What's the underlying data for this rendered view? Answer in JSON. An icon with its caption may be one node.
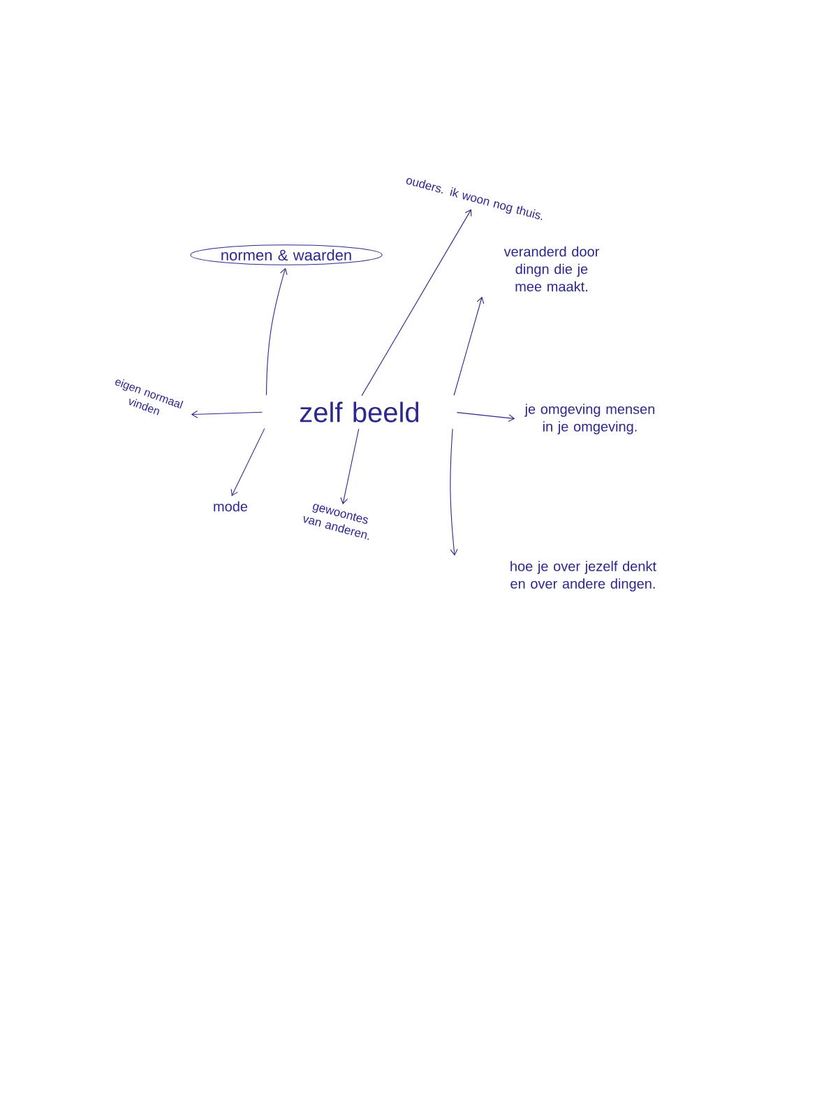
{
  "diagram": {
    "nodes": [
      {
        "text": [
          "zelf beeld"
        ]
      },
      {
        "text": [
          "normen & waarden"
        ]
      },
      {
        "text": [
          "ouders. ik woon nog thuis."
        ]
      },
      {
        "text": [
          "veranderd door dingn die je mee maakt."
        ]
      },
      {
        "text": [
          "je omgeving mensen in je omgeving."
        ]
      },
      {
        "text": [
          "hoe je over jezelf denkt en over andere dingen."
        ]
      },
      {
        "text": [
          "gewoontes van anderen."
        ]
      },
      {
        "text": [
          "mode"
        ]
      },
      {
        "text": [
          "eigen normaal vinden"
        ]
      }
    ],
    "edges": [
      {
        "from": 0,
        "to": 1,
        "arrow": "to"
      },
      {
        "from": 0,
        "to": 2,
        "arrow": "to"
      },
      {
        "from": 0,
        "to": 3,
        "arrow": "to"
      },
      {
        "from": 0,
        "to": 4,
        "arrow": "to"
      },
      {
        "from": 0,
        "to": 5,
        "arrow": "to"
      },
      {
        "from": 0,
        "to": 6,
        "arrow": "to"
      },
      {
        "from": 0,
        "to": 7,
        "arrow": "to"
      },
      {
        "from": 0,
        "to": 8,
        "arrow": "to"
      }
    ]
  }
}
